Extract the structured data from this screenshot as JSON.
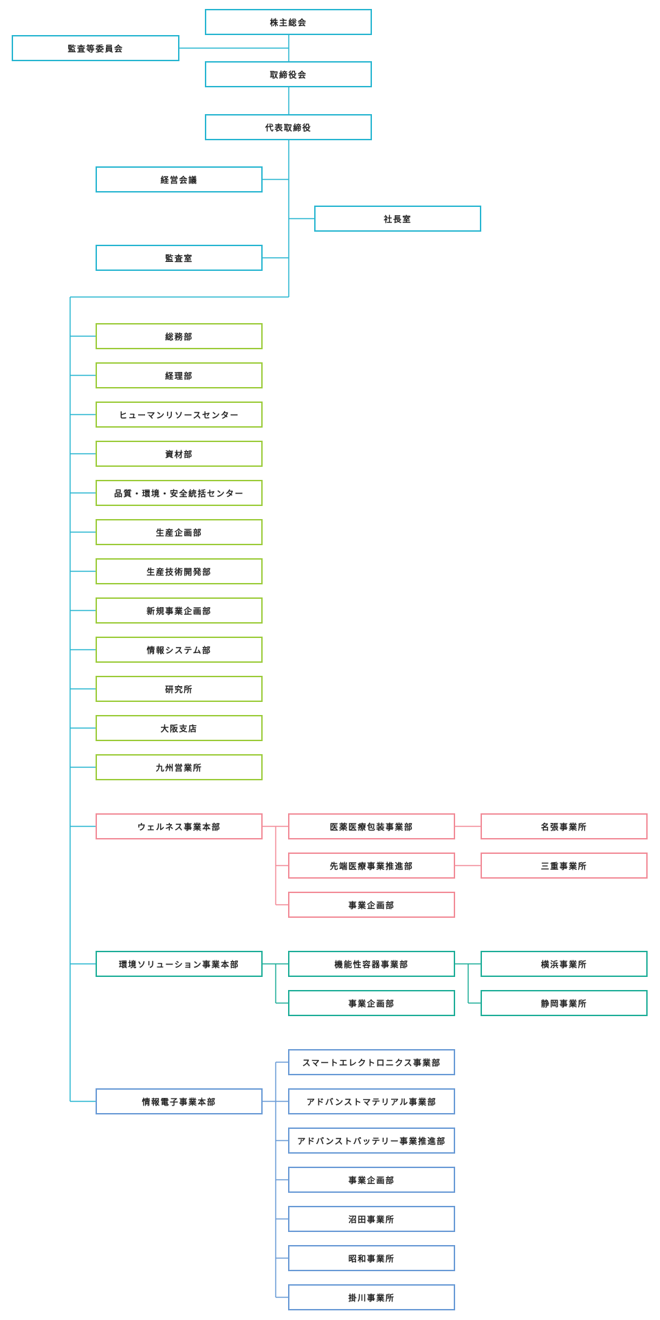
{
  "colors": {
    "exec": "#29b6d1",
    "dept": "#9ccc3b",
    "wellness": "#f28c98",
    "environment": "#1fae99",
    "electronics": "#6a9bd6"
  },
  "executive": {
    "shareholders": "株主総会",
    "audit_committee": "監査等委員会",
    "board": "取締役会",
    "representative": "代表取締役",
    "management_meeting": "経営会議",
    "president_office": "社長室",
    "audit_office": "監査室"
  },
  "departments": [
    "総務部",
    "経理部",
    "ヒューマンリソースセンター",
    "資材部",
    "品質・環境・安全統括センター",
    "生産企画部",
    "生産技術開発部",
    "新規事業企画部",
    "情報システム部",
    "研究所",
    "大阪支店",
    "九州営業所"
  ],
  "wellness": {
    "head": "ウェルネス事業本部",
    "units": [
      "医薬医療包装事業部",
      "先端医療事業推進部",
      "事業企画部"
    ],
    "sites": [
      "名張事業所",
      "三重事業所"
    ]
  },
  "environment": {
    "head": "環境ソリューション事業本部",
    "units": [
      "機能性容器事業部",
      "事業企画部"
    ],
    "sites": [
      "横浜事業所",
      "静岡事業所"
    ]
  },
  "electronics": {
    "head": "情報電子事業本部",
    "units": [
      "スマートエレクトロニクス事業部",
      "アドバンストマテリアル事業部",
      "アドバンストバッテリー事業推進部",
      "事業企画部",
      "沼田事業所",
      "昭和事業所",
      "掛川事業所"
    ]
  }
}
